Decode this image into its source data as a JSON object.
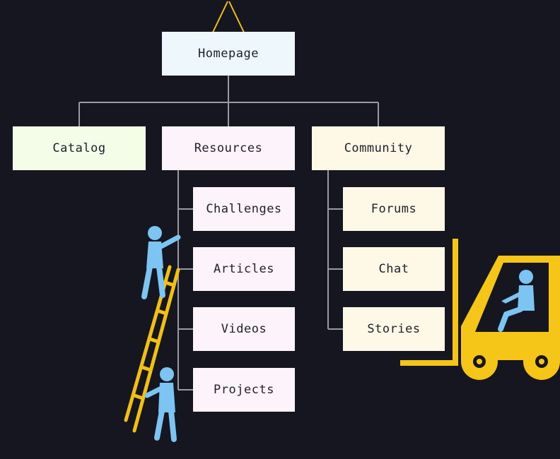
{
  "sitemap": {
    "root": {
      "label": "Homepage",
      "color": "#eef7fc"
    },
    "sections": [
      {
        "label": "Catalog",
        "color": "#f3fde8",
        "children": []
      },
      {
        "label": "Resources",
        "color": "#fdf3fb",
        "children": [
          "Challenges",
          "Articles",
          "Videos",
          "Projects"
        ]
      },
      {
        "label": "Community",
        "color": "#fdf9e6",
        "children": [
          "Forums",
          "Chat",
          "Stories"
        ]
      }
    ]
  },
  "colors": {
    "background": "#161620",
    "connector": "#9a9aa6",
    "hanger": "#f2c10f",
    "ladder": "#f2c10f",
    "forklift": "#f5c518",
    "figure": "#7cc4f2"
  }
}
